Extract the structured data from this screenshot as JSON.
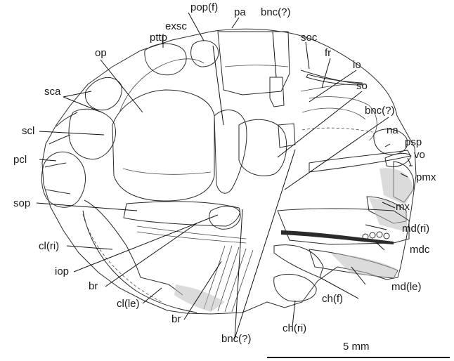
{
  "labels": {
    "pa": "pa",
    "bnc_top": "bnc(?)",
    "pop_f": "pop(f)",
    "exsc": "exsc",
    "pttp": "pttp",
    "op": "op",
    "sca": "sca",
    "scl": "scl",
    "pcl": "pcl",
    "sop": "sop",
    "cl_ri": "cl(ri)",
    "iop": "iop",
    "br_left": "br",
    "cl_le": "cl(le)",
    "br_bottom": "br",
    "bnc_bottom": "bnc(?)",
    "soc": "soc",
    "fr": "fr",
    "io": "io",
    "so": "so",
    "bnc_right": "bnc(?)",
    "na": "na",
    "psp": "psp",
    "vo": "vo",
    "pmx": "pmx",
    "mx": "mx",
    "md_ri": "md(ri)",
    "mdc": "mdc",
    "ch_f": "ch(f)",
    "md_le": "md(le)",
    "ch_ri": "ch(ri)"
  },
  "scale_bar": {
    "label": "5 mm"
  }
}
